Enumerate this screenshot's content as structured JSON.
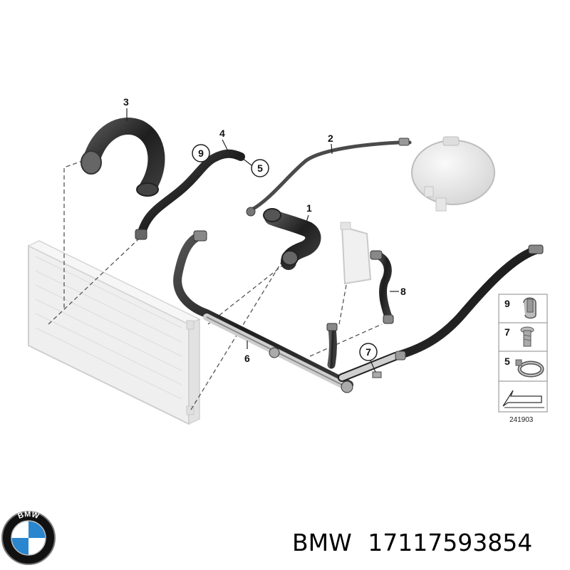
{
  "diagram": {
    "callouts": {
      "c1": "1",
      "c2": "2",
      "c3": "3",
      "c4": "4",
      "c5": "5",
      "c6": "6",
      "c7": "7",
      "c8": "8",
      "c9": "9"
    },
    "legend": {
      "items": [
        {
          "num": "9",
          "icon": "hose-clip-icon"
        },
        {
          "num": "7",
          "icon": "screw-icon"
        },
        {
          "num": "5",
          "icon": "hose-clamp-icon"
        }
      ],
      "ref_number": "241903"
    }
  },
  "logo": {
    "letters": "BMW",
    "colors": {
      "blue": "#2a86cf",
      "white": "#ffffff",
      "ring": "#111111"
    }
  },
  "part_label": {
    "brand": "BMW",
    "number": "17117593854"
  },
  "colors": {
    "hose": "#2b2b2b",
    "radiator": "#ececec",
    "tank": "#e8e8e8",
    "line": "#555555"
  }
}
